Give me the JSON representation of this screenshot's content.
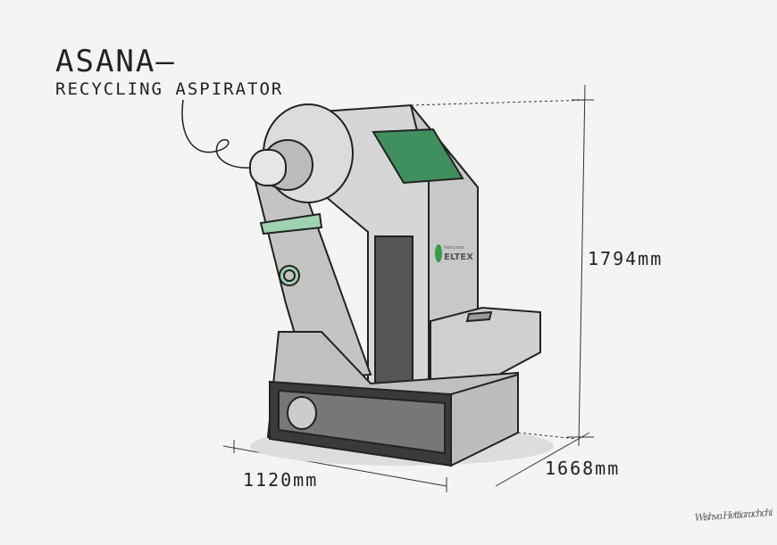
{
  "title": "ASANA—",
  "subtitle": "RECYCLING ASPIRATOR",
  "dimensions": {
    "height": "1794mm",
    "width": "1120mm",
    "depth": "1668mm"
  },
  "logo": {
    "text": "ELTEX",
    "small_text": "Heilcmon"
  },
  "signature": "Wishva Hettiarachchi",
  "colors": {
    "panel_green": "#3f8f5f",
    "body_grey": "#cfcfcf",
    "outline": "#222222",
    "paper": "#f4f4f2"
  }
}
